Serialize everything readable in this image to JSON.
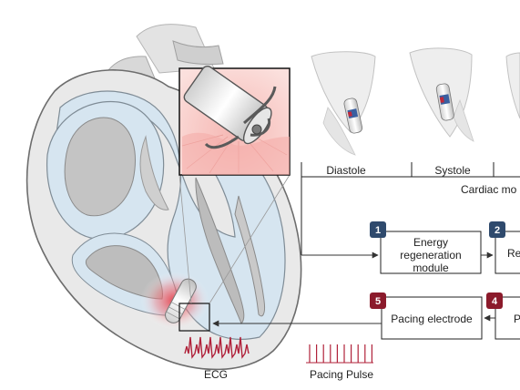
{
  "phases": {
    "diastole": "Diastole",
    "systole": "Systole",
    "cardiac": "Cardiac mo"
  },
  "blocks": [
    {
      "num": "1",
      "label_lines": [
        "Energy",
        "regeneration",
        "module"
      ],
      "badge_color": "#2f4a6d"
    },
    {
      "num": "2",
      "label_lines": [
        "Re"
      ],
      "badge_color": "#2f4a6d"
    },
    {
      "num": "5",
      "label_lines": [
        "Pacing electrode"
      ],
      "badge_color": "#8b1a2b"
    },
    {
      "num": "4",
      "label_lines": [
        "P"
      ],
      "badge_color": "#8b1a2b"
    }
  ],
  "legend": {
    "ecg": "ECG",
    "pacing_pulse": "Pacing Pulse"
  },
  "colors": {
    "pacing_red": "#b0223a",
    "heart_outline": "#6d6d6d",
    "chamber_fill": "#d6e5f0"
  }
}
